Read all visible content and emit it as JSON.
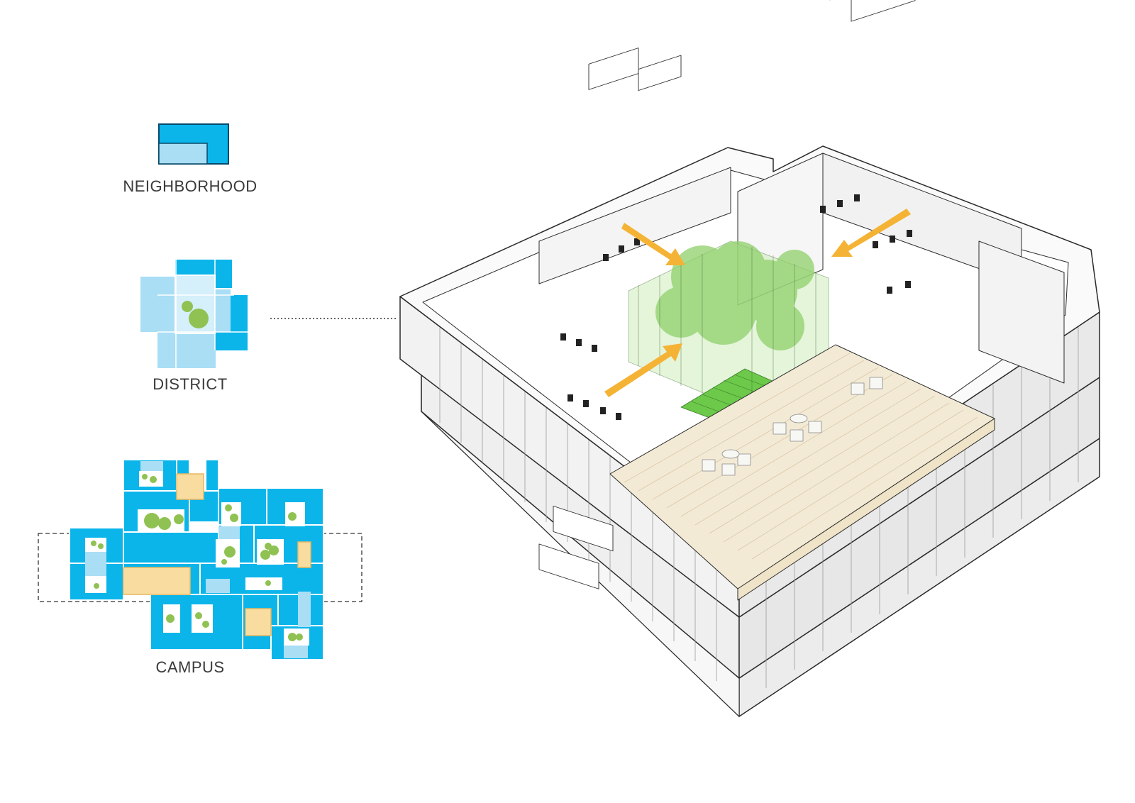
{
  "legend": {
    "items": [
      {
        "id": "neighborhood",
        "label": "NEIGHBORHOOD"
      },
      {
        "id": "district",
        "label": "DISTRICT"
      },
      {
        "id": "campus",
        "label": "CAMPUS"
      }
    ]
  },
  "colors": {
    "blue": "#0bb5ea",
    "light_blue": "#a9def5",
    "pale_blue": "#d5effb",
    "green_dot": "#8fc252",
    "yellow": "#f8dca0",
    "yellow_border": "#e6b860",
    "arrow": "#f5b335",
    "tree_green": "#8fd06a",
    "lawn_green": "#6cc94a",
    "deck": "#f3ead6",
    "outline": "#2b2b2b"
  }
}
